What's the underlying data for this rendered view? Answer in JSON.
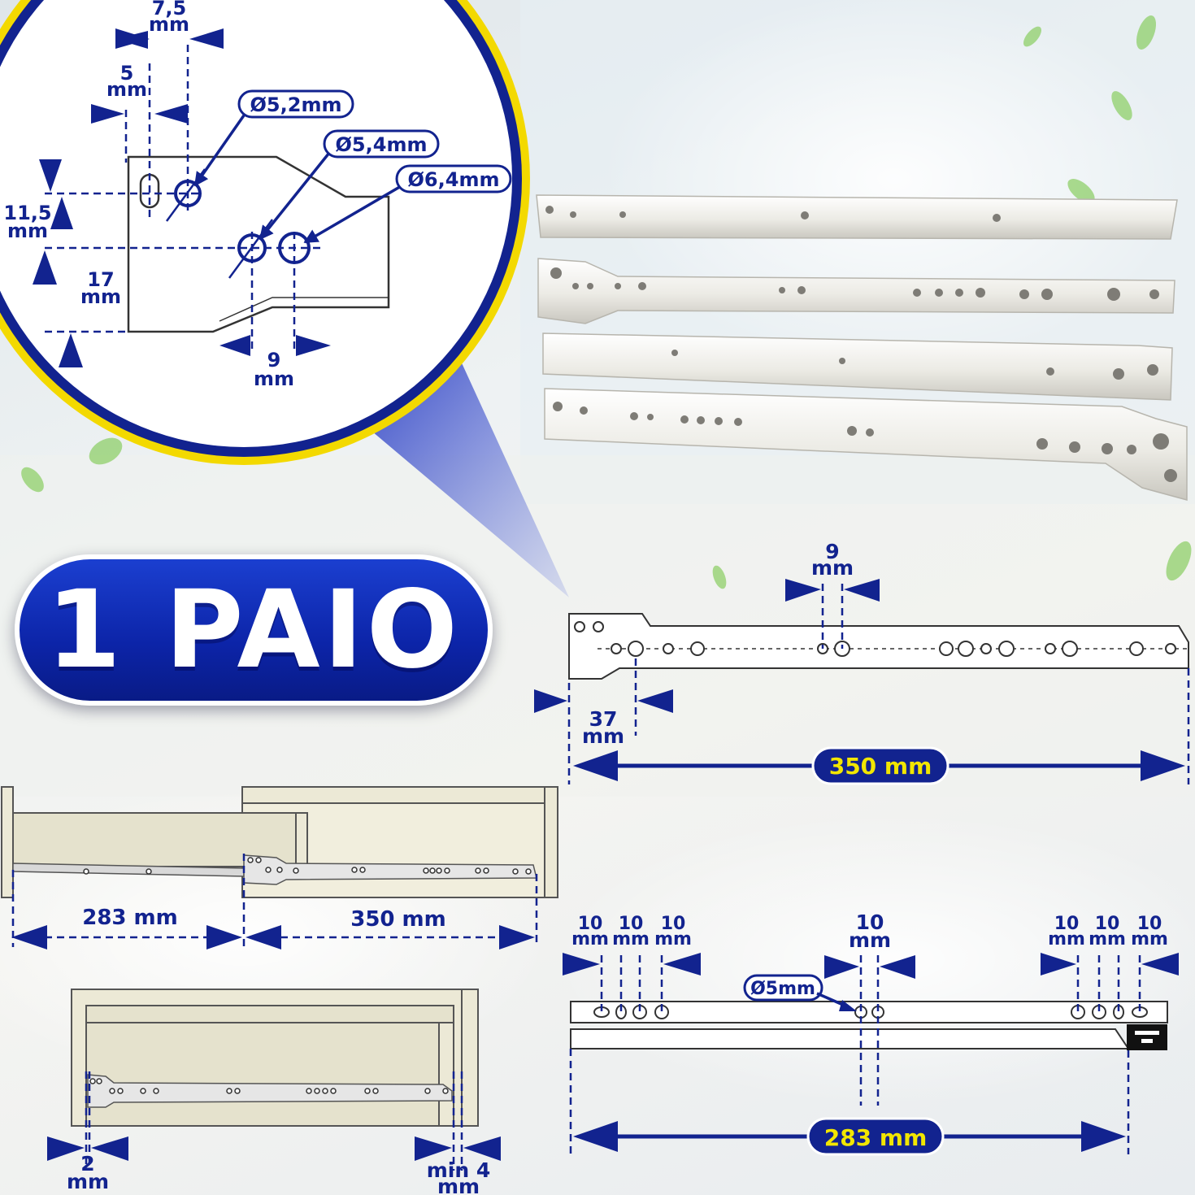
{
  "badge": {
    "text": "1 PAIO"
  },
  "colors": {
    "accent": "#12238f",
    "highlight": "#f2e600",
    "rail": "#f2f0ea",
    "cabinet": "#ece9d6"
  },
  "detail": {
    "d_7_5": [
      "7,5",
      "mm"
    ],
    "d_5": [
      "5",
      "mm"
    ],
    "d_11_5": [
      "11,5",
      "mm"
    ],
    "d_17": [
      "17",
      "mm"
    ],
    "d_9": [
      "9",
      "mm"
    ],
    "hole_1": "Ø5,2mm",
    "hole_2": "Ø5,4mm",
    "hole_3": "Ø6,4mm"
  },
  "rail_top": {
    "d_9": [
      "9",
      "mm"
    ],
    "d_37": [
      "37",
      "mm"
    ],
    "length": "350 mm"
  },
  "cabinet_side": {
    "left": "283 mm",
    "right": "350 mm"
  },
  "cabinet_front": {
    "left": [
      "2",
      "mm"
    ],
    "right": [
      "min 4",
      "mm"
    ]
  },
  "rail_bottom": {
    "left_spacings": [
      [
        "10",
        "mm"
      ],
      [
        "10",
        "mm"
      ],
      [
        "10",
        "mm"
      ]
    ],
    "middle_spacing": [
      "10",
      "mm"
    ],
    "right_spacings": [
      [
        "10",
        "mm"
      ],
      [
        "10",
        "mm"
      ],
      [
        "10",
        "mm"
      ]
    ],
    "hole": "Ø5mm",
    "length": "283 mm"
  }
}
